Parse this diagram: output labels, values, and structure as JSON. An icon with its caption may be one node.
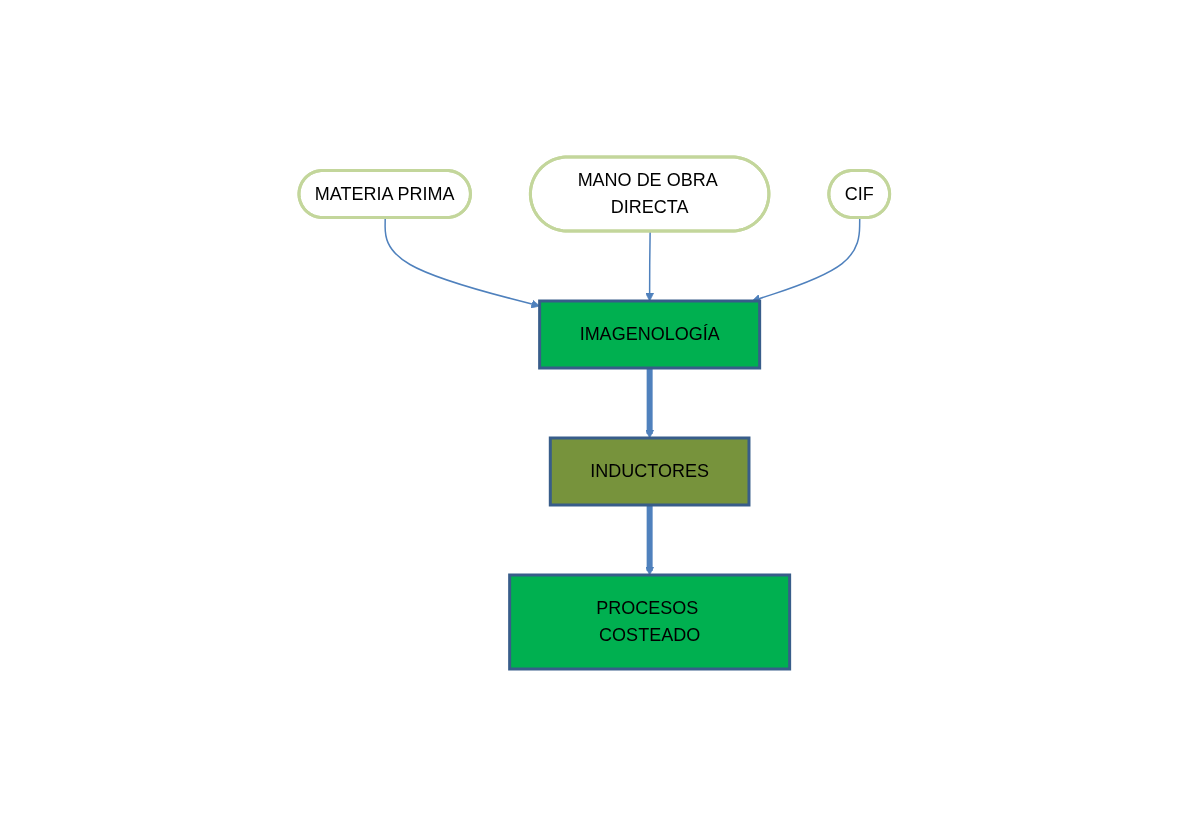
{
  "diagram": {
    "nodes": [
      {
        "text": [
          "MATERIA PRIMA"
        ]
      },
      {
        "text": [
          "MANO DE OBRA DIRECTA"
        ]
      },
      {
        "text": [
          "CIF"
        ]
      },
      {
        "text": [
          "IMAGENOLOGÍA"
        ]
      },
      {
        "text": [
          "INDUCTORES"
        ]
      },
      {
        "text": [
          "PROCESOS COSTEADO"
        ]
      }
    ],
    "edges": [
      {
        "from": 0,
        "to": 3,
        "arrow": "to"
      },
      {
        "from": 1,
        "to": 3,
        "arrow": "to"
      },
      {
        "from": 2,
        "to": 3,
        "arrow": "to"
      },
      {
        "from": 3,
        "to": 4,
        "arrow": "to",
        "style": "thick"
      },
      {
        "from": 4,
        "to": 5,
        "arrow": "to",
        "style": "thick"
      }
    ]
  }
}
